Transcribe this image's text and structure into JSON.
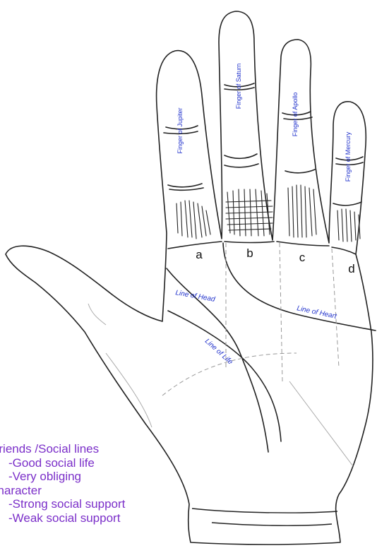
{
  "fingers": {
    "jupiter": "Finger of Jupiter",
    "saturn": "Finger of Saturn",
    "apollo": "Finger of Apollo",
    "mercury": "Finger of Mercury"
  },
  "markers": {
    "a": "a",
    "b": "b",
    "c": "c",
    "d": "d"
  },
  "lines": {
    "head": "Line of Head",
    "heart": "Line of Heart",
    "life": "Line of Life"
  },
  "legend": {
    "heading": "Friends /Social lines",
    "item_a": "-Good social life",
    "item_b": "-Very obliging",
    "item_c": "character",
    "item_d": "-Strong social support",
    "item_e": "-Weak social support"
  },
  "colors": {
    "label_blue": "#2233cc",
    "legend_purple": "#7b2fc9",
    "outline": "#222222"
  }
}
